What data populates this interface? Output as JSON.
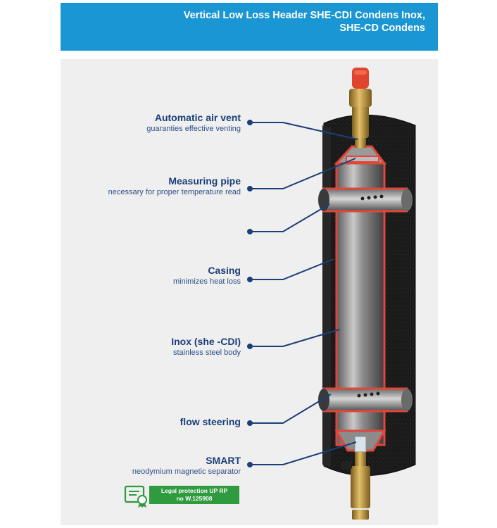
{
  "header": {
    "title_line1": "Vertical Low Loss Header SHE-CDI Condens Inox,",
    "title_line2": "SHE-CD Condens"
  },
  "labels": [
    {
      "title": "Automatic air vent",
      "subtitle": "guaranties effective venting"
    },
    {
      "title": "Measuring pipe",
      "subtitle": "necessary for proper temperature read"
    },
    {
      "title": "Casing",
      "subtitle": "minimizes heat loss"
    },
    {
      "title": "Inox (she -CDI)",
      "subtitle": "stainless steel body"
    },
    {
      "title": "flow steering",
      "subtitle": ""
    },
    {
      "title": "SMART",
      "subtitle": "neodymium magnetic separator"
    }
  ],
  "badge": {
    "line1": "Legal protection UP RP",
    "line2": "no W.125908"
  },
  "colors": {
    "header_bg": "#1a96d4",
    "label_text": "#1b3f78",
    "leader_line": "#1b3f78",
    "casing": "#1e1e1e",
    "cutaway_edge": "#e0463a",
    "badge_bg": "#2f9a3e"
  },
  "icons": [
    "air-vent-cap-icon",
    "certificate-icon"
  ]
}
